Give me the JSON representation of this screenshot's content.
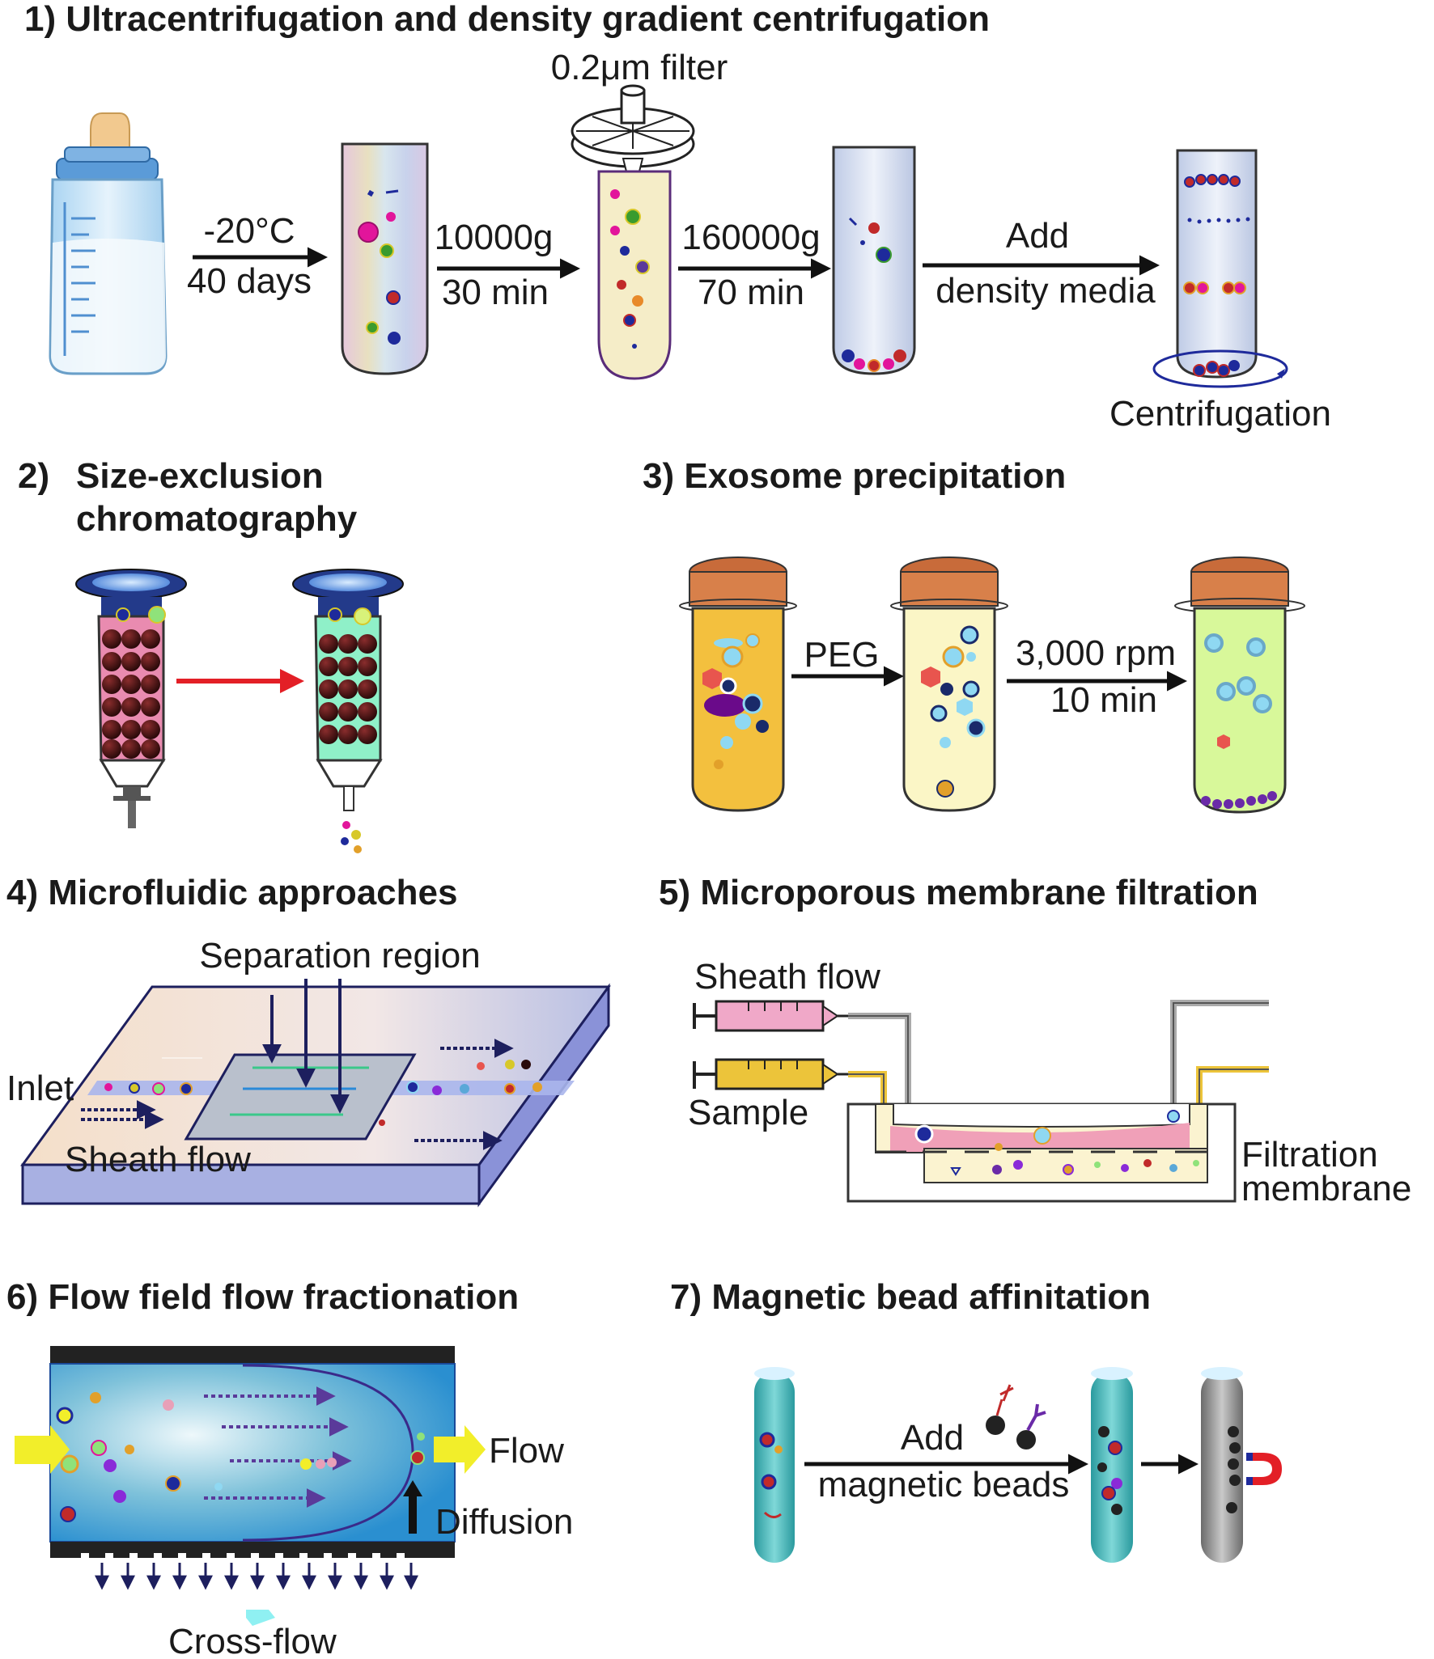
{
  "sections": {
    "s1": {
      "title": "1) Ultracentrifugation and density gradient centrifugation"
    },
    "s2": {
      "number": "2)",
      "title_line1": "Size-exclusion",
      "title_line2": "chromatography"
    },
    "s3": {
      "title": "3) Exosome precipitation"
    },
    "s4": {
      "title": "4) Microfluidic approaches"
    },
    "s5": {
      "title": "5) Microporous membrane filtration"
    },
    "s6": {
      "title": "6)  Flow field flow fractionation"
    },
    "s7": {
      "title": "7) Magnetic bead affinitation"
    }
  },
  "s1_labels": {
    "filter": "0.2μm filter",
    "step1_line1": "-20°C",
    "step1_line2": "40 days",
    "step2_line1": "10000g",
    "step2_line2": "30 min",
    "step3_line1": "160000g",
    "step3_line2": "70 min",
    "step4_line1": "Add",
    "step4_line2": "density media",
    "centrifugation": "Centrifugation"
  },
  "s3_labels": {
    "peg": "PEG",
    "rpm": "3,000 rpm",
    "time": "10 min"
  },
  "s4_labels": {
    "separation": "Separation region",
    "inlet": "Inlet",
    "sheath": "Sheath flow"
  },
  "s5_labels": {
    "sheath": "Sheath flow",
    "sample": "Sample",
    "membrane_line1": "Filtration",
    "membrane_line2": "membrane"
  },
  "s6_labels": {
    "flow": "Flow",
    "diffusion": "Diffusion",
    "crossflow": "Cross-flow"
  },
  "s7_labels": {
    "add": "Add",
    "beads": "magnetic beads"
  }
}
